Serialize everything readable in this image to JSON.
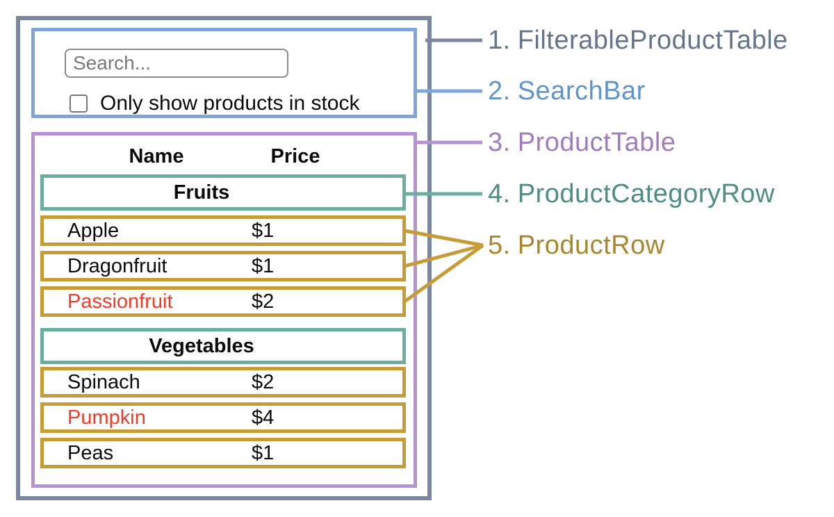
{
  "diagram": {
    "search_bar": {
      "search_placeholder": "Search...",
      "checkbox_label": "Only show products in stock",
      "checkbox_checked": false
    },
    "product_table": {
      "columns": {
        "name": "Name",
        "price": "Price"
      },
      "sections": [
        {
          "category": "Fruits",
          "rows": [
            {
              "name": "Apple",
              "price": "$1",
              "red": false
            },
            {
              "name": "Dragonfruit",
              "price": "$1",
              "red": false
            },
            {
              "name": "Passionfruit",
              "price": "$2",
              "red": true
            }
          ]
        },
        {
          "category": "Vegetables",
          "rows": [
            {
              "name": "Spinach",
              "price": "$2",
              "red": false
            },
            {
              "name": "Pumpkin",
              "price": "$4",
              "red": true
            },
            {
              "name": "Peas",
              "price": "$1",
              "red": false
            }
          ]
        }
      ]
    },
    "legend": [
      {
        "number": "1.",
        "label": "FilterableProductTable",
        "color_key": "slate"
      },
      {
        "number": "2.",
        "label": "SearchBar",
        "color_key": "blue"
      },
      {
        "number": "3.",
        "label": "ProductTable",
        "color_key": "purple"
      },
      {
        "number": "4.",
        "label": "ProductCategoryRow",
        "color_key": "teal"
      },
      {
        "number": "5.",
        "label": "ProductRow",
        "color_key": "gold"
      }
    ]
  },
  "palette": {
    "slate": "#7a879e",
    "slate_text": "#64748b",
    "blue": "#7fa6d9",
    "blue_text": "#5f95cb",
    "purple": "#b692d3",
    "purple_text": "#9f7cc0",
    "teal": "#69aea0",
    "teal_text": "#4e8e82",
    "gold": "#c79b35",
    "gold_text": "#a8872e",
    "red": "#f13a27",
    "input_border": "#8a8a8a",
    "placeholder": "#7a7a7a",
    "text": "#0a0a0a"
  }
}
